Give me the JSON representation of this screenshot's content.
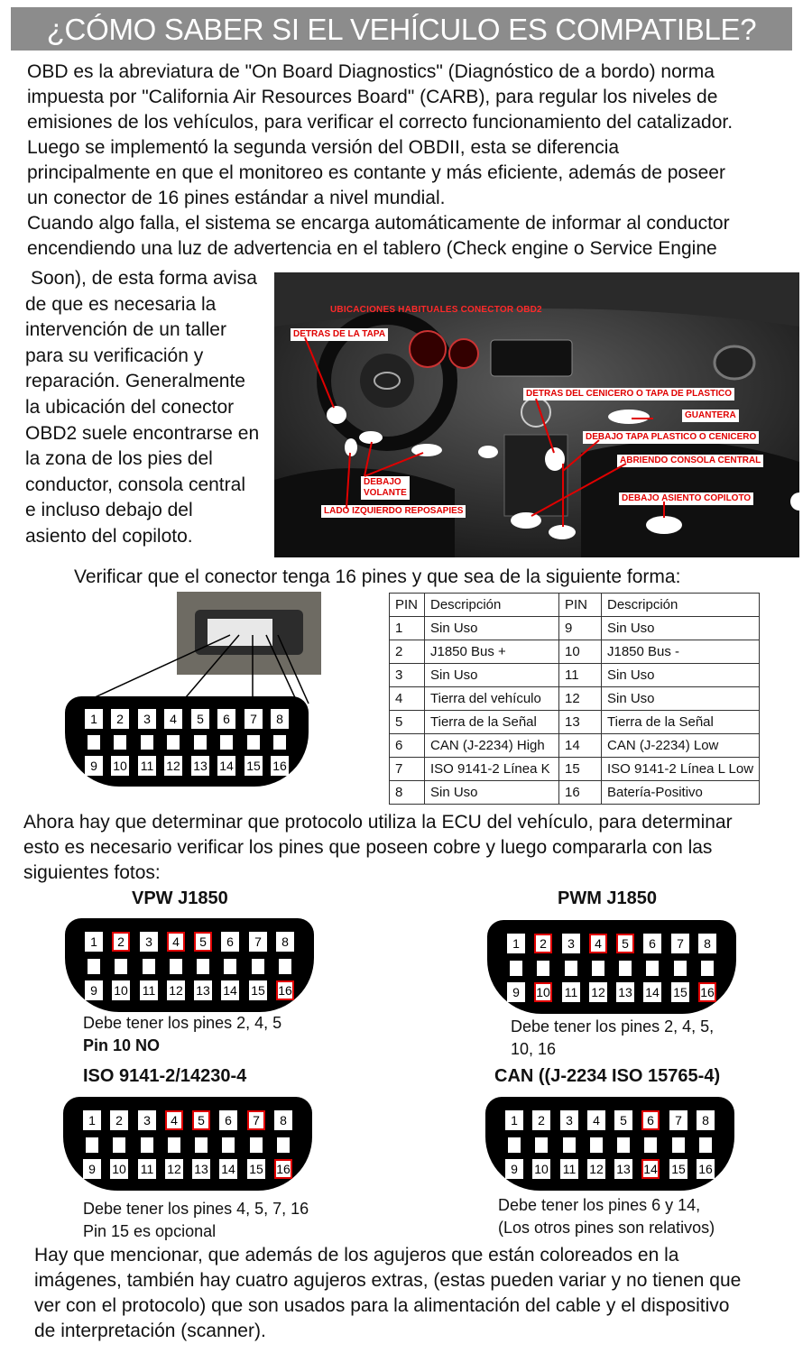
{
  "title": "¿CÓMO SABER SI EL VEHÍCULO ES COMPATIBLE?",
  "intro_lines": [
    "OBD es la abreviatura de \"On Board Diagnostics\" (Diagnóstico de a bordo) norma",
    "impuesta por \"California Air Resources Board\" (CARB),  para regular los niveles de",
    "emisiones de los vehículos, para verificar el correcto funcionamiento del catalizador.",
    "Luego se implementó la segunda versión del OBDII, esta se diferencia",
    "principalmente en que el monitoreo es contante y más eficiente, además de poseer",
    "un conector de 16 pines estándar a nivel mundial.",
    "Cuando algo falla, el sistema se encarga automáticamente de informar al conductor",
    "encendiendo una luz de advertencia en el tablero (Check engine o Service Engine"
  ],
  "side_lines": [
    "Soon), de esta forma avisa",
    "de que es necesaria la",
    "intervención de un taller",
    "para su verificación y",
    "reparación. Generalmente",
    "la ubicación del conector",
    "OBD2 suele encontrarse en",
    "la zona de los pies del",
    "conductor, consola central",
    "e incluso debajo del",
    "asiento del copiloto."
  ],
  "car_photo": {
    "caption": "UBICACIONES HABITUALES CONECTOR OBD2",
    "labels": [
      "DETRAS DE LA TAPA",
      "DETRAS DEL CENICERO O TAPA DE PLASTICO",
      "GUANTERA",
      "DEBAJO TAPA PLASTICO O CENICERO",
      "ABRIENDO CONSOLA CENTRAL",
      "DEBAJO ASIENTO COPILOTO",
      "DEBAJO\nVOLANTE",
      "LADO IZQUIERDO REPOSAPIES"
    ]
  },
  "verify_text": "Verificar que el conector tenga 16 pines y que sea de la siguiente forma:",
  "pin_table": {
    "headers": [
      "PIN",
      "Descripción",
      "PIN",
      "Descripción"
    ],
    "rows": [
      [
        "1",
        "Sin Uso",
        "9",
        "Sin Uso"
      ],
      [
        "2",
        "J1850 Bus +",
        "10",
        "J1850 Bus -"
      ],
      [
        "3",
        "Sin Uso",
        "11",
        "Sin Uso"
      ],
      [
        "4",
        "Tierra del vehículo",
        "12",
        "Sin Uso"
      ],
      [
        "5",
        "Tierra de la Señal",
        "13",
        "Tierra de la Señal"
      ],
      [
        "6",
        "CAN (J-2234) High",
        "14",
        "CAN (J-2234) Low"
      ],
      [
        "7",
        "ISO 9141-2 Línea K",
        "15",
        "ISO 9141-2 Línea L Low"
      ],
      [
        "8",
        "Sin Uso",
        "16",
        "Batería-Positivo"
      ]
    ]
  },
  "protocol_lines": [
    "Ahora  hay que determinar que protocolo utiliza la ECU del vehículo, para determinar",
    "esto es necesario verificar los pines que poseen cobre y luego compararla con las",
    "siguientes fotos:"
  ],
  "protocols": [
    {
      "name": "VPW J1850",
      "desc": [
        "Debe tener los pines 2, 4, 5"
      ],
      "note": "Pin 10 NO",
      "highlight": [
        2,
        4,
        5,
        16
      ]
    },
    {
      "name": "PWM J1850",
      "desc": [
        "Debe tener los pines 2, 4, 5,",
        "10, 16"
      ],
      "note": "",
      "highlight": [
        2,
        4,
        5,
        10,
        16
      ]
    },
    {
      "name": "ISO 9141-2/14230-4",
      "desc": [
        "Debe tener los pines 4, 5, 7, 16",
        "Pin 15 es opcional"
      ],
      "note": "",
      "highlight": [
        4,
        5,
        7,
        16
      ]
    },
    {
      "name": "CAN ((J-2234 ISO 15765-4)",
      "desc": [
        "Debe tener los pines 6 y 14,",
        "(Los otros pines son relativos)"
      ],
      "note": "",
      "highlight": [
        6,
        14
      ]
    }
  ],
  "pin_numbers_top": [
    "1",
    "2",
    "3",
    "4",
    "5",
    "6",
    "7",
    "8"
  ],
  "pin_numbers_bottom": [
    "9",
    "10",
    "11",
    "12",
    "13",
    "14",
    "15",
    "16"
  ],
  "closing_lines": [
    "Hay que mencionar, que además de los agujeros que están coloreados en la",
    "imágenes, también hay cuatro agujeros extras, (estas pueden variar y no tienen que",
    "ver con el protocolo) que son  usados para la alimentación del cable y el dispositivo",
    "de interpretación (scanner)."
  ],
  "colors": {
    "title_bg": "#8c8c8c",
    "highlight": "#e00000",
    "label_text": "#e00000"
  }
}
